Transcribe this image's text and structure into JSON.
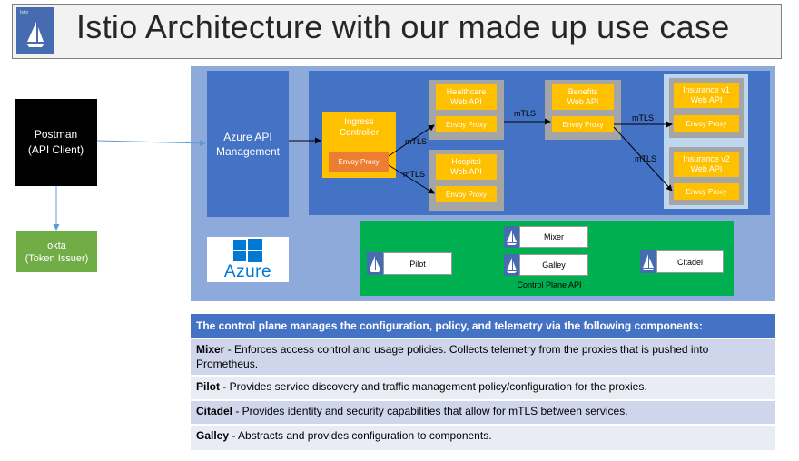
{
  "title": {
    "logo_text": "Istio",
    "text": "Istio Architecture with our made up use case"
  },
  "clients": {
    "postman": "Postman\n(API Client)",
    "okta": "okta\n(Token Issuer)"
  },
  "azure": {
    "apim": "Azure API\nManagement",
    "logo_text": "Azure"
  },
  "mesh": {
    "ingress": {
      "label": "Ingress\nController",
      "envoy": "Envoy Proxy"
    },
    "services": [
      {
        "api": "Healthcare\nWeb API",
        "envoy": "Envoy Proxy"
      },
      {
        "api": "Hospital\nWeb API",
        "envoy": "Envoy Proxy"
      },
      {
        "api": "Benefits\nWeb API",
        "envoy": "Envoy Proxy"
      },
      {
        "api": "Insurance v1\nWeb API",
        "envoy": "Envoy Proxy"
      },
      {
        "api": "Insurance v2\nWeb API",
        "envoy": "Envoy Proxy"
      }
    ],
    "edge_labels": [
      "mTLS",
      "mTLS",
      "mTLS",
      "mTLS",
      "mTLS"
    ]
  },
  "control_plane": {
    "label": "Control Plane API",
    "components": [
      "Mixer",
      "Pilot",
      "Galley",
      "Citadel"
    ]
  },
  "table": {
    "header": "The control plane manages the configuration, policy, and telemetry via the following components:",
    "rows": [
      {
        "name": "Mixer",
        "text": " - Enforces access control and usage policies. Collects telemetry from the proxies that is pushed into Prometheus."
      },
      {
        "name": "Pilot",
        "text": " - Provides service discovery and traffic management policy/configuration for the proxies."
      },
      {
        "name": "Citadel",
        "text": " - Provides identity and security capabilities that allow for mTLS between services."
      },
      {
        "name": "Galley",
        "text": " - Abstracts and provides configuration to components."
      }
    ]
  },
  "colors": {
    "azure_blue": "#4472c4",
    "service_yellow": "#ffc000",
    "envoy_orange": "#ed7d31",
    "control_plane_green": "#00b050",
    "okta_green": "#70ad47"
  }
}
